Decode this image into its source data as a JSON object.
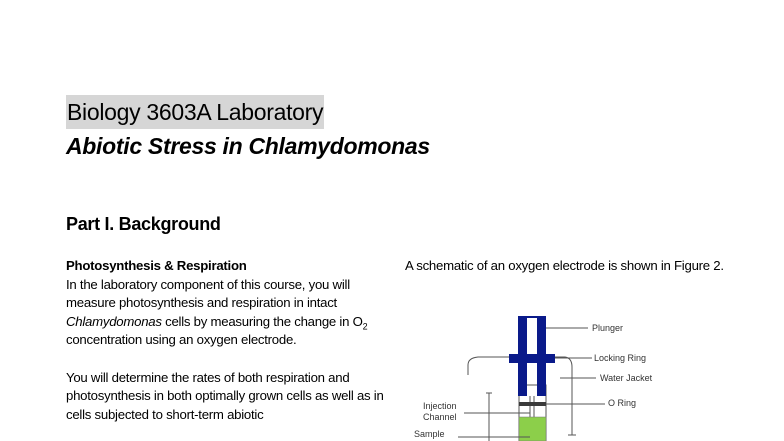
{
  "document": {
    "course_title": "Biology 3603A Laboratory",
    "lab_title": "Abiotic Stress in Chlamydomonas",
    "section_heading": "Part I. Background",
    "highlight_color": "#d6d6d6"
  },
  "left_column": {
    "subheading": "Photosynthesis & Respiration",
    "paragraph1": {
      "before_italic": "In the laboratory component of this course, you will measure photosynthesis and respiration in intact ",
      "italic": "Chlamydomonas",
      "after_italic_1": " cells by measuring the change in O",
      "subscript": "2",
      "after_italic_2": " concentration using an oxygen electrode."
    },
    "paragraph2": "You will determine the rates of both respiration and photosynthesis in both optimally grown cells as well as in cells subjected to short-term abiotic"
  },
  "right_column": {
    "intro_text": "A schematic of an oxygen electrode  is shown in Figure 2."
  },
  "figure": {
    "labels": {
      "plunger": "Plunger",
      "locking_ring": "Locking  Ring",
      "water_jacket": "Water Jacket",
      "o_ring": "O Ring",
      "injection_channel_line1": "Injection",
      "injection_channel_line2": "Channel",
      "sample": "Sample"
    },
    "colors": {
      "plunger_blue": "#0a1a8a",
      "sample_green": "#8ccf4a",
      "o_ring_dark": "#3a3a3a",
      "line_gray": "#555555"
    }
  }
}
